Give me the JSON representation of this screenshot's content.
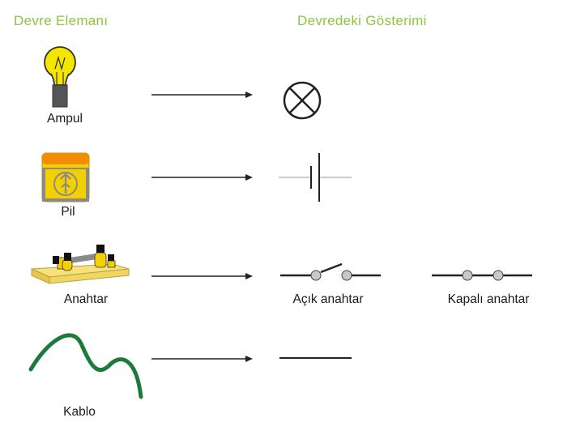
{
  "headers": {
    "element": "Devre Elemanı",
    "symbol": "Devredeki Gösterimi"
  },
  "rows": [
    {
      "element_label": "Ampul"
    },
    {
      "element_label": "Pil"
    },
    {
      "element_label": "Anahtar",
      "open_label": "Açık anahtar",
      "closed_label": "Kapalı anahtar"
    },
    {
      "element_label": "Kablo"
    }
  ],
  "colors": {
    "header": "#8cc63f",
    "bulb_glass": "#f5e600",
    "bulb_base": "#555555",
    "battery_body": "#f5d000",
    "battery_top": "#f28c00",
    "battery_plate": "#8a8a8a",
    "switch_base": "#f5e27a",
    "cable": "#1e7a3a",
    "switch_contact": "#c8c8c8"
  }
}
